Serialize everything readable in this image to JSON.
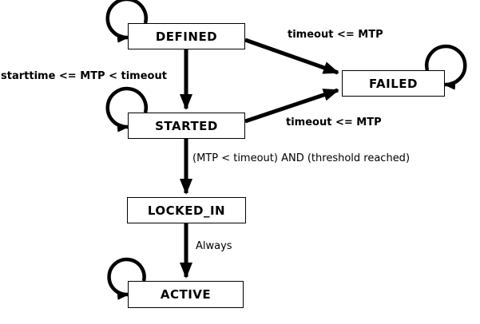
{
  "diagram": {
    "title": "state-machine-diagram",
    "colors": {
      "stroke": "#000000",
      "fill": "#ffffff",
      "text": "#000000"
    },
    "states": [
      {
        "id": "defined",
        "label": "DEFINED",
        "self_loop": true
      },
      {
        "id": "failed",
        "label": "FAILED",
        "self_loop": true
      },
      {
        "id": "started",
        "label": "STARTED",
        "self_loop": true
      },
      {
        "id": "locked_in",
        "label": "LOCKED_IN",
        "self_loop": false
      },
      {
        "id": "active",
        "label": "ACTIVE",
        "self_loop": true
      }
    ],
    "transitions": [
      {
        "from": "defined",
        "to": "failed",
        "label": "timeout <= MTP"
      },
      {
        "from": "defined",
        "to": "started",
        "label": "starttime <= MTP < timeout"
      },
      {
        "from": "started",
        "to": "failed",
        "label": "timeout <= MTP"
      },
      {
        "from": "started",
        "to": "locked_in",
        "label": "(MTP < timeout) AND (threshold reached)"
      },
      {
        "from": "locked_in",
        "to": "active",
        "label": "Always"
      }
    ]
  }
}
